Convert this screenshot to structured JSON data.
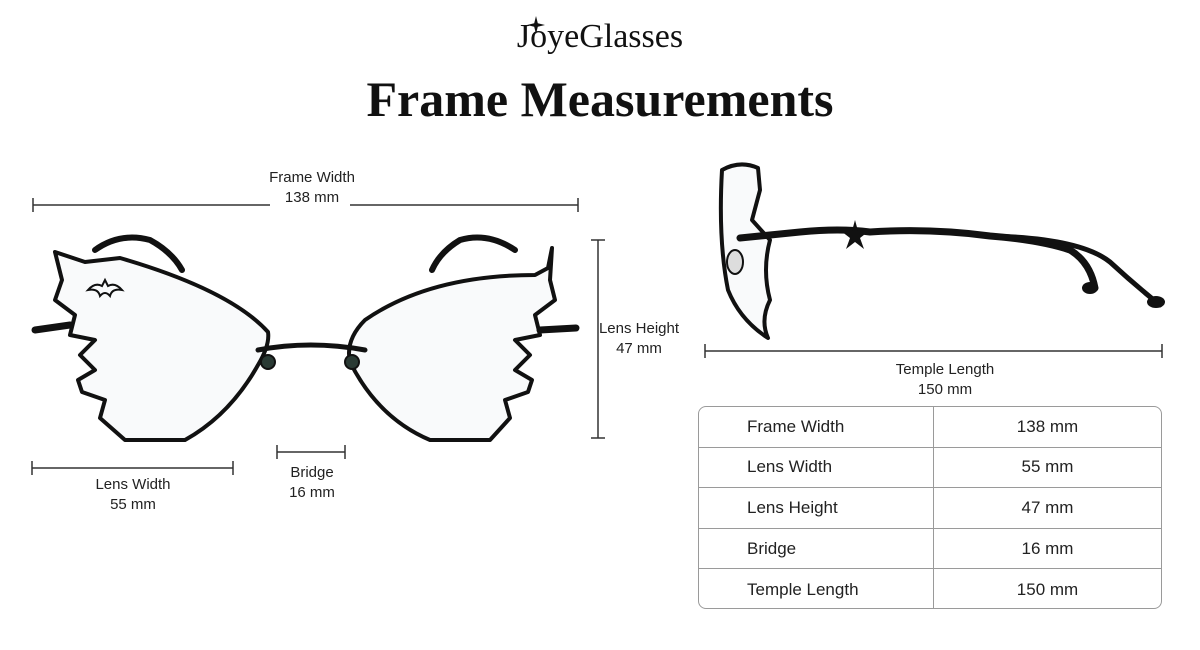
{
  "header": {
    "brand": "JoyeGlasses",
    "title": "Frame Measurements"
  },
  "dimensions": {
    "frame_width": {
      "label": "Frame Width",
      "value": "138 mm"
    },
    "lens_height": {
      "label": "Lens Height",
      "value": "47 mm"
    },
    "lens_width": {
      "label": "Lens Width",
      "value": "55 mm"
    },
    "bridge": {
      "label": "Bridge",
      "value": "16 mm"
    },
    "temple_length": {
      "label": "Temple Length",
      "value": "150 mm"
    }
  },
  "spec_table": {
    "rows": [
      {
        "name": "Frame Width",
        "value": "138 mm"
      },
      {
        "name": "Lens Width",
        "value": "55 mm"
      },
      {
        "name": "Lens Height",
        "value": "47 mm"
      },
      {
        "name": "Bridge",
        "value": "16 mm"
      },
      {
        "name": "Temple Length",
        "value": "150 mm"
      }
    ]
  },
  "colors": {
    "frame": "#111111",
    "line": "#333333",
    "table_border": "#9a9a9a"
  }
}
